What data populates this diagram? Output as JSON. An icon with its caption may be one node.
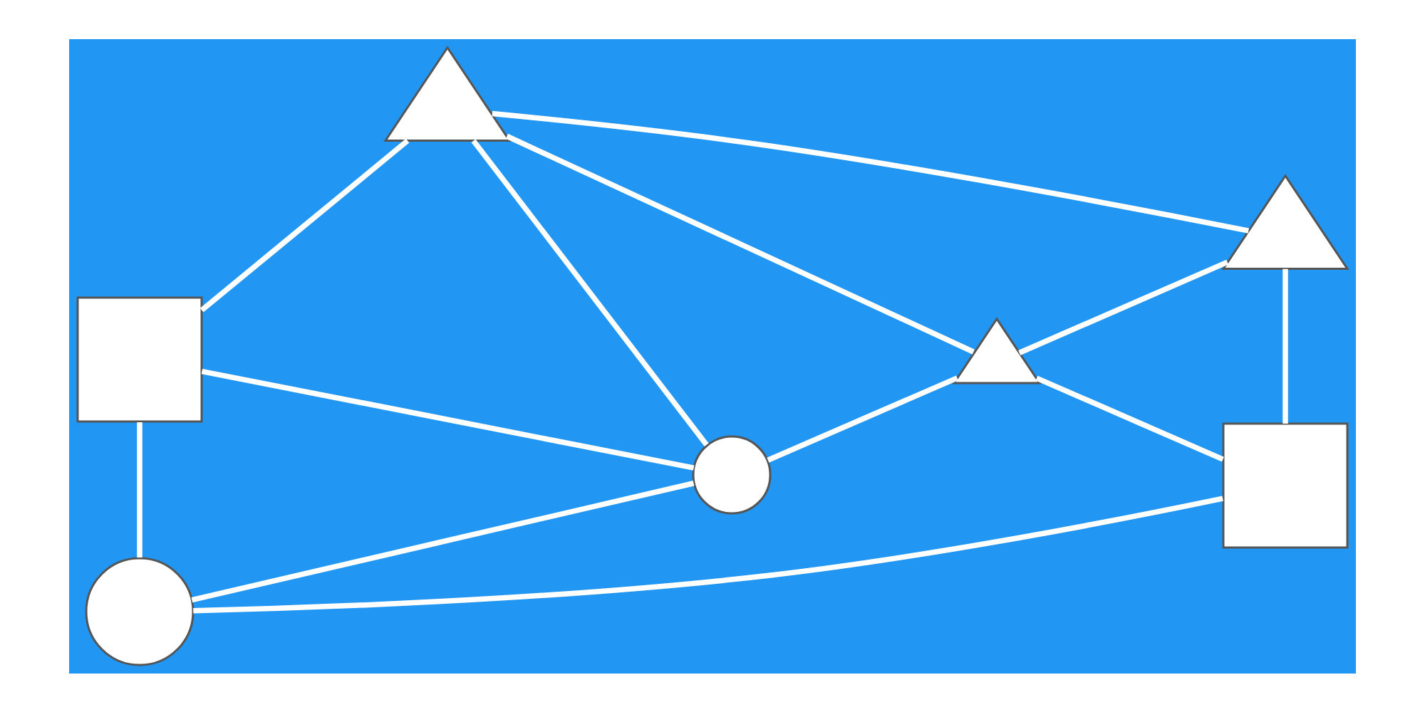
{
  "diagram": {
    "nodes": [
      {
        "text": [],
        "shape": "box"
      },
      {
        "text": [],
        "shape": "circle"
      },
      {
        "text": [],
        "shape": "circle"
      },
      {
        "text": [],
        "shape": "triangle"
      },
      {
        "text": [],
        "shape": "triangle"
      },
      {
        "text": [],
        "shape": "triangle"
      },
      {
        "text": [],
        "shape": "box"
      }
    ],
    "edges": [
      {
        "from": 0,
        "to": 3,
        "arrow": "none"
      },
      {
        "from": 0,
        "to": 2,
        "arrow": "none"
      },
      {
        "from": 0,
        "to": 1,
        "arrow": "none"
      },
      {
        "from": 3,
        "to": 5,
        "arrow": "none"
      },
      {
        "from": 3,
        "to": 2,
        "arrow": "none"
      },
      {
        "from": 3,
        "to": 4,
        "arrow": "none"
      },
      {
        "from": 5,
        "to": 4,
        "arrow": "none"
      },
      {
        "from": 5,
        "to": 6,
        "arrow": "none"
      },
      {
        "from": 2,
        "to": 4,
        "arrow": "none"
      },
      {
        "from": 2,
        "to": 1,
        "arrow": "none"
      },
      {
        "from": 1,
        "to": 6,
        "arrow": "none"
      },
      {
        "from": 4,
        "to": 6,
        "arrow": "none"
      }
    ]
  }
}
